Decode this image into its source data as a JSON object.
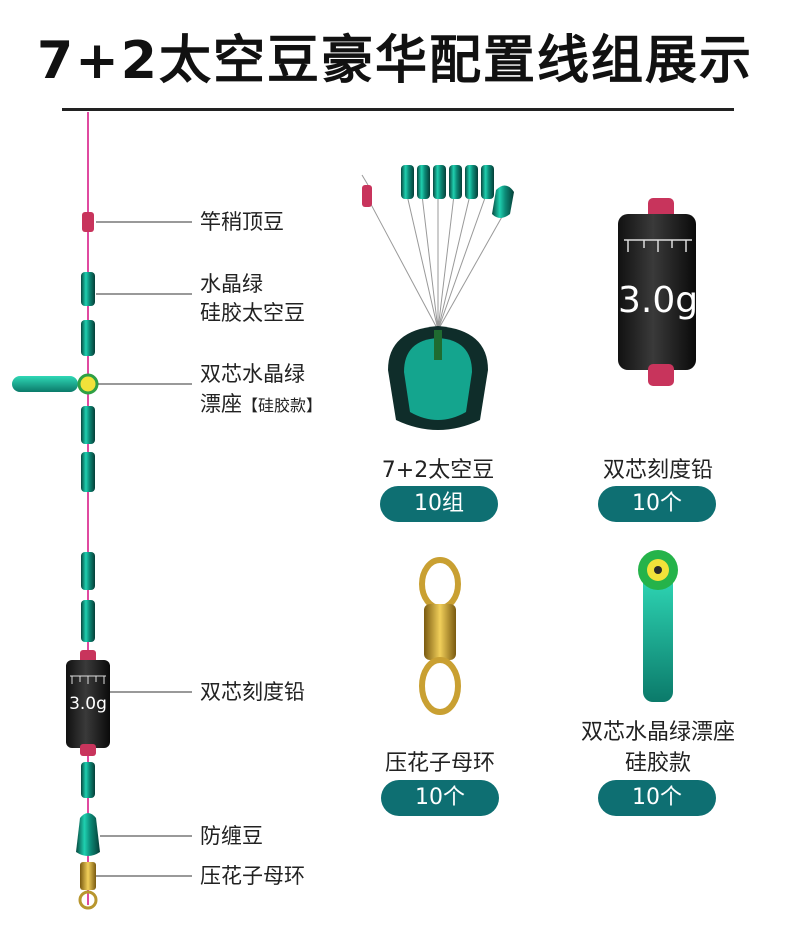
{
  "title": "7+2太空豆豪华配置线组展示",
  "colors": {
    "accent": "#0e6f72",
    "bead": "#19c7a8",
    "line": "#e04aa0"
  },
  "rig_labels": {
    "top_bead": "竿稍顶豆",
    "crystal_line1": "水晶绿",
    "crystal_line2": "硅胶太空豆",
    "seat_line1": "双芯水晶绿",
    "seat_line2a": "漂座",
    "seat_line2b": "【硅胶款】",
    "sinker": "双芯刻度铅",
    "anti_tangle": "防缠豆",
    "swivel": "压花子母环"
  },
  "sinker_text": "3.0g",
  "products": [
    {
      "name": "7+2太空豆",
      "qty": "10组"
    },
    {
      "name": "双芯刻度铅",
      "qty": "10个",
      "mark": "3.0g"
    },
    {
      "name": "压花子母环",
      "qty": "10个"
    },
    {
      "name_line1": "双芯水晶绿漂座",
      "name_line2": "硅胶款",
      "qty": "10个"
    }
  ]
}
